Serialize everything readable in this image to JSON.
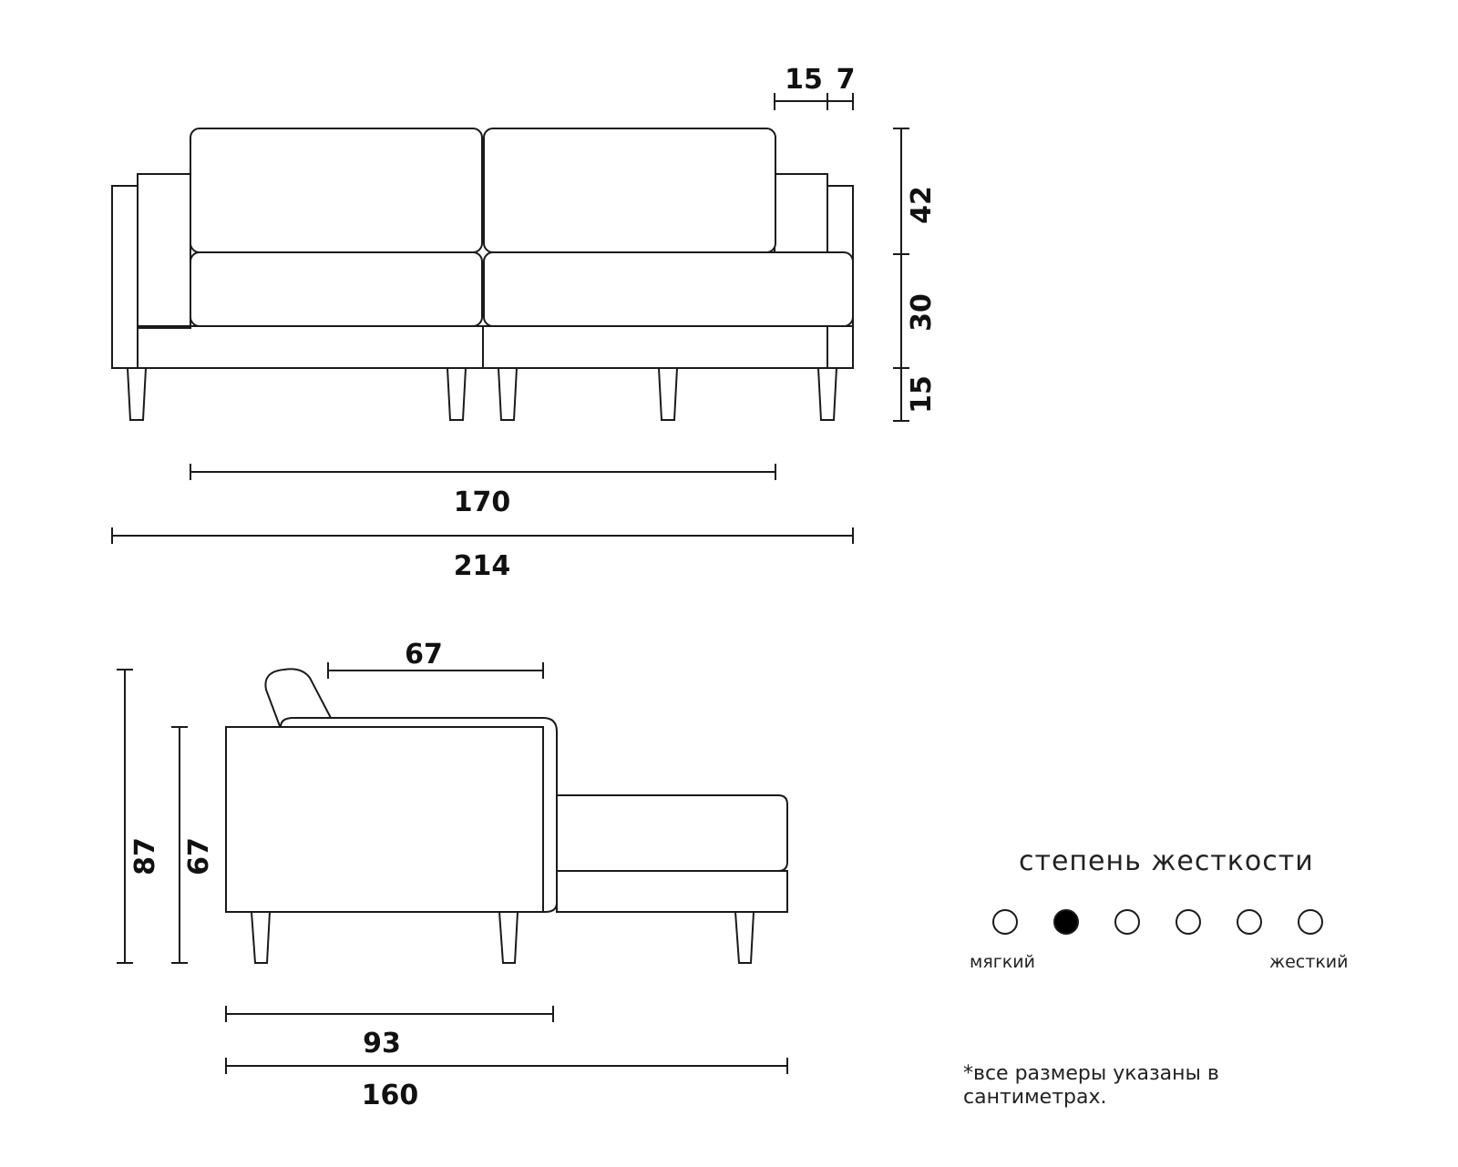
{
  "front_view": {
    "dimensions": {
      "armrest_width": "15",
      "armrest_thin": "7",
      "back_height": "42",
      "seat_height": "30",
      "leg_height": "15",
      "inner_width": "170",
      "total_width": "214"
    }
  },
  "side_view": {
    "dimensions": {
      "top_depth": "67",
      "total_height": "87",
      "body_height": "67",
      "seat_depth": "93",
      "total_depth": "160"
    }
  },
  "firmness": {
    "title": "степень жесткости",
    "levels": 6,
    "selected_level": 2,
    "label_soft": "мягкий",
    "label_hard": "жесткий"
  },
  "note": {
    "line1": "*все размеры указаны в",
    "line2": "сантиметрах."
  }
}
